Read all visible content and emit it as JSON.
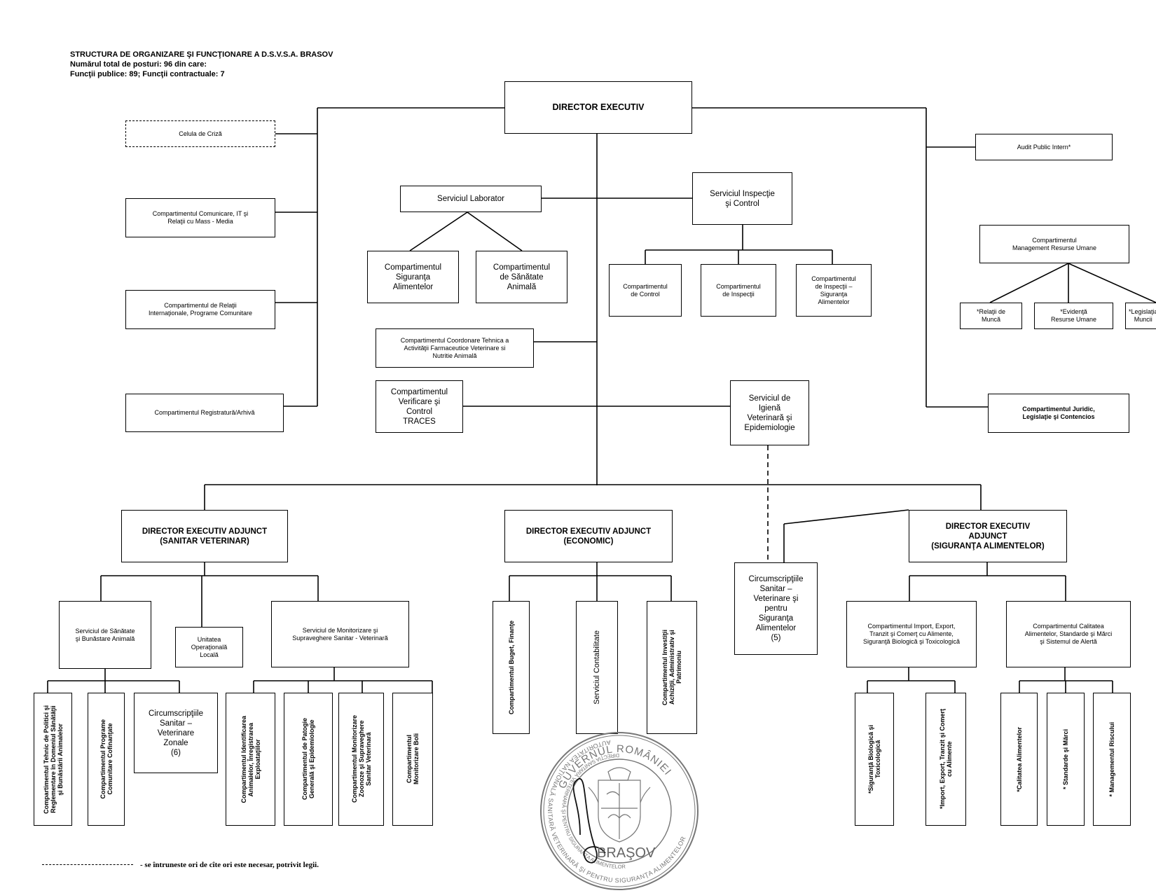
{
  "header": {
    "line1": "STRUCTURA DE ORGANIZARE ŞI FUNCŢIONARE A  D.S.V.S.A. BRASOV",
    "line2": "Numărul total de posturi: 96 din care:",
    "line3": "Funcţii publice: 89; Funcţii contractuale: 7"
  },
  "units": {
    "director": "DIRECTOR EXECUTIV",
    "celula": "Celula de Criză",
    "comunicare": "Compartimentul Comunicare, IT şi\nRelaţii cu Mass - Media",
    "relatii_int": "Compartimentul de  Relaţii\nInternaţionale, Programe Comunitare",
    "registratura": "Compartimentul Registratură/Arhivă",
    "laborator": "Serviciul Laborator",
    "lab_siguranta": "Compartimentul\nSiguranţa\nAlimentelor",
    "lab_sanatate": "Compartimentul\nde  Sănătate\nAnimală",
    "inspectie": "Serviciul Inspecţie\nşi Control",
    "insp_control": "Compartimentul\nde Control",
    "insp_inspectii": "Compartimentul\nde Inspecţii",
    "insp_siguranta": "Compartimentul\nde Inspecţii –\nSiguranţa\nAlimentelor",
    "farmaceutice": "Compartimentul Coordonare Tehnica a\nActivităţii Farmaceutice Veterinare si\nNutritie Animală",
    "traces": "Compartimentul\nVerificare şi\nControl\nTRACES",
    "igiena": "Serviciul  de\nIgienă\nVeterinară şi\nEpidemiologie",
    "audit": "Audit Public Intern*",
    "resurse_umane": "Compartimentul\nManagement Resurse Umane",
    "ru_relatii": "*Relaţii    de\nMuncă",
    "ru_evidenta": "*Evidenţă\nResurse Umane",
    "ru_legislatie": "*Legislaţia\nMuncii",
    "juridic": "Compartimentul Juridic,\nLegislaţie şi Contencios",
    "adj_sanitar": "DIRECTOR EXECUTIV ADJUNCT\n(SANITAR VETERINAR)",
    "adj_economic": "DIRECTOR EXECUTIV ADJUNCT\n(ECONOMIC)",
    "adj_siguranta": "DIRECTOR EXECUTIV\nADJUNCT\n(SIGURANŢA ALIMENTELOR)",
    "sanatate_bunastare": "Serviciul de Sănătate\nşi Bunăstare Animală",
    "unitatea": "Unitatea\nOperaţională\nLocală",
    "monitorizare": "Serviciul de Monitorizare şi\nSupraveghere Sanitar - Veterinară",
    "tehnic_politici": "Compartimentul  Tehnic  de Politici şi\nReglementare în Domeniul Sănătăţii\nşi Bunăstării Animalelor",
    "programe_cofinantate": "Compartimentul  Programe\nComunitare Cofinanţate",
    "circ_zonale": "Circumscripţiile\nSanitar –\nVeterinare\nZonale\n(6)",
    "identificarea": "Compartimentul  Identificarea\nAnimalelor, Înregistrarea\nExploataţiilor",
    "patologie": "Compartimentul  de Patogie\nGenerală şi Epidemiologie",
    "zoonoze": "Compartimentul Monitorizare\nZoonoze şi Supraveghere\nSanitar Veterinară",
    "monitorizare_boli": "Compartimentul\nMonitorizare Boli",
    "buget": "Compartimentul  Buget, Finanţe",
    "contabilitate": "Serviciul Contabilitate",
    "investitii": "Compartimentul  Investiţii\nAchiziţii, Administrativ şi\nPatrimoniu",
    "circ_siguranta": "Circumscripţiile\nSanitar –\nVeterinare şi\npentru\nSiguranţa\nAlimentelor\n(5)",
    "import_export": "Compartimentul Import, Export,\nTranzit şi Comerţ cu Alimente,\nSiguranţă Biologică şi Toxicologică",
    "calitatea": "Compartimentul  Calitatea\nAlimentelor, Standarde şi Mărci\nşi Sistemul de Alertă",
    "sig_biologica": "*Siguranţă Biologică şi\nToxicologică",
    "import_tranzit": "*Import, Export, Tranzit şi Comerţ\ncu Alimente",
    "calitatea_alimentelor": "*Calitatea Alimentelor",
    "standarde": "* Standarde şi Mărci",
    "managementul_riscului": "* Managementul Riscului"
  },
  "legend": {
    "text": "- se întruneste ori de cîte ori este necesar, potrivit legii."
  },
  "stamp": {
    "top_text": "GUVERNUL ROMÂNIEI",
    "ring_text": "AUTORITATEA NAŢIONALĂ SANITARĂ VETERINARĂ ŞI PENTRU SIGURANŢA ALIMENTELOR",
    "inner_text": "DIRECŢIA SANITARĂ VETERINARĂ ŞI PENTRU SIGURANŢA ALIMENTELOR",
    "city": "BRAŞOV"
  }
}
